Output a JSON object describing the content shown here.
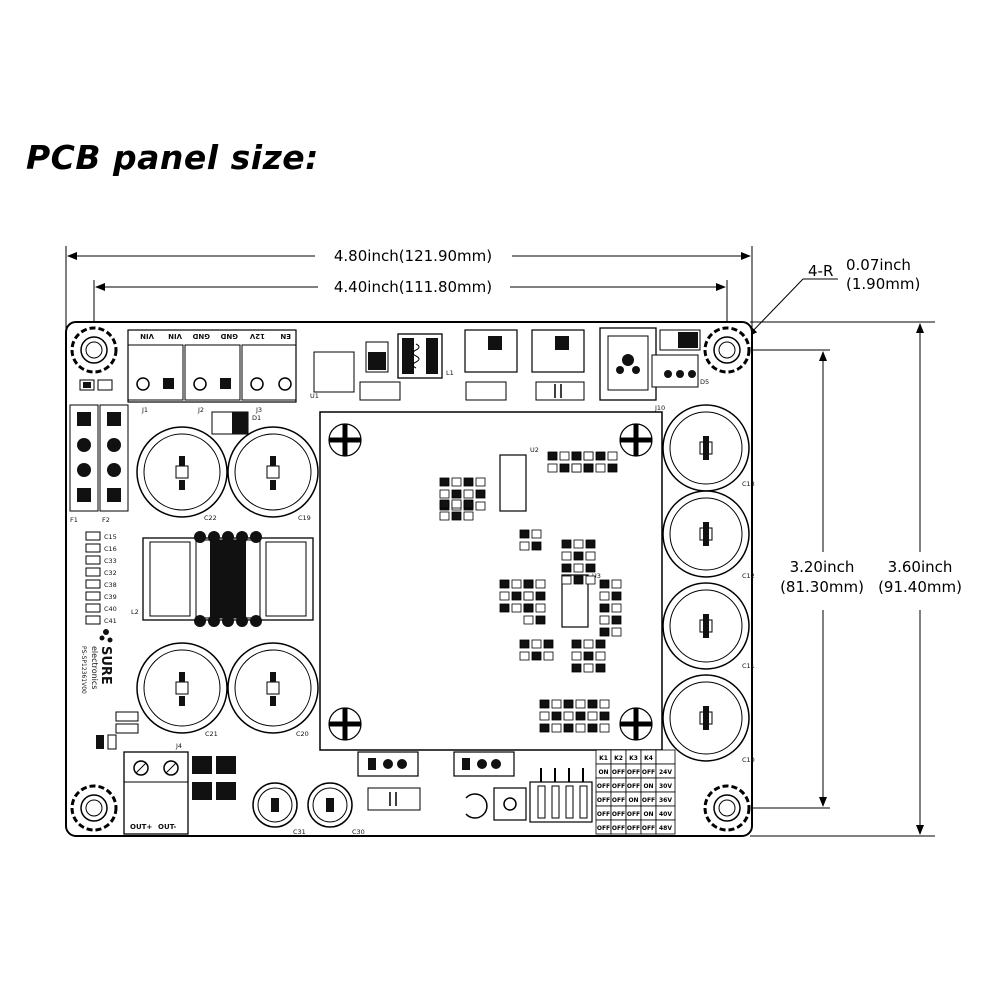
{
  "title": "PCB panel size:",
  "dimensions": {
    "outer_width": "4.80inch(121.90mm)",
    "hole_spacing_width": "4.40inch(111.80mm)",
    "hole_spacing_height_in": "3.20inch",
    "hole_spacing_height_mm": "(81.30mm)",
    "outer_height_in": "3.60inch",
    "outer_height_mm": "(91.40mm)",
    "corner_label": "4-R",
    "corner_radius_in": "0.07inch",
    "corner_radius_mm": "(1.90mm)"
  },
  "board": {
    "terminals_top": [
      "VIN",
      "VIN",
      "GND",
      "GND",
      "12V",
      "EN"
    ],
    "connector_labels": [
      "J1",
      "J2",
      "J3",
      "D1",
      "F1",
      "F2",
      "L2",
      "J4",
      "J10",
      "D5",
      "L1",
      "U1",
      "U2",
      "U3"
    ],
    "caps_big": [
      "C22",
      "C19",
      "C21",
      "C20",
      "C13",
      "C12",
      "C11",
      "C10",
      "C31",
      "C30"
    ],
    "logo_line1": "SURE",
    "logo_line2": "electronics",
    "logo_code": "PS-SP12361V00",
    "output_labels": [
      "OUT+",
      "OUT-"
    ],
    "left_caps": [
      "C15",
      "C16",
      "C33",
      "C32",
      "C38",
      "C39",
      "C40",
      "C41"
    ],
    "switch_table": {
      "headers": [
        "K1",
        "K2",
        "K3",
        "K4",
        ""
      ],
      "rows": [
        [
          "ON",
          "OFF",
          "OFF",
          "OFF",
          "24V"
        ],
        [
          "OFF",
          "OFF",
          "OFF",
          "ON",
          "30V"
        ],
        [
          "OFF",
          "OFF",
          "ON",
          "OFF",
          "36V"
        ],
        [
          "OFF",
          "OFF",
          "OFF",
          "ON",
          "40V"
        ],
        [
          "OFF",
          "OFF",
          "OFF",
          "OFF",
          "48V"
        ]
      ]
    }
  }
}
